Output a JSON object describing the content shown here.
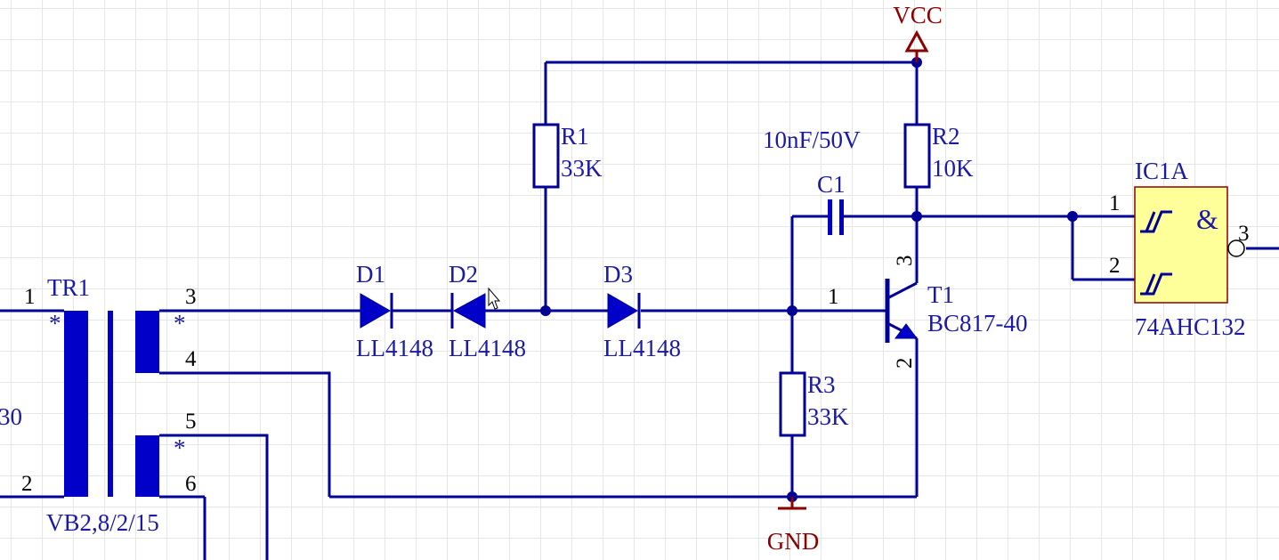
{
  "power": {
    "vcc": "VCC",
    "gnd": "GND"
  },
  "transformer": {
    "ref": "TR1",
    "value": "VB2,8/2/15",
    "partial_label": "30",
    "pins": [
      "1",
      "2",
      "3",
      "4",
      "5",
      "6"
    ],
    "dot_marker": "*"
  },
  "diodes": [
    {
      "ref": "D1",
      "value": "LL4148"
    },
    {
      "ref": "D2",
      "value": "LL4148"
    },
    {
      "ref": "D3",
      "value": "LL4148"
    }
  ],
  "resistors": [
    {
      "ref": "R1",
      "value": "33K"
    },
    {
      "ref": "R2",
      "value": "10K"
    },
    {
      "ref": "R3",
      "value": "33K"
    }
  ],
  "capacitor": {
    "ref": "C1",
    "value": "10nF/50V"
  },
  "transistor": {
    "ref": "T1",
    "value": "BC817-40",
    "pins": [
      "1",
      "2",
      "3"
    ]
  },
  "ic": {
    "ref": "IC1A",
    "value": "74AHC132",
    "symbol": "&",
    "pins": [
      "1",
      "2",
      "3"
    ]
  },
  "colors": {
    "wire": "#000096",
    "component_text": "#1a1aa6",
    "power_port": "#8b0000",
    "ic_fill": "#ffff99",
    "ic_border": "#8b0000",
    "grid": "#e6e6e6"
  }
}
